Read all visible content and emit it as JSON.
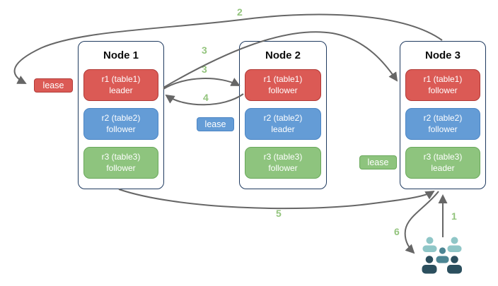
{
  "diagram_type": "distributed-database-lease-flow",
  "colors": {
    "replica_red_fill": "#DB5A55",
    "replica_red_border": "#B03A37",
    "replica_blue_fill": "#649CD6",
    "replica_blue_border": "#4D86C4",
    "replica_green_fill": "#8EC47E",
    "replica_green_border": "#69A85B",
    "node_border": "#1F3A5F",
    "arrow": "#666666",
    "step_label": "#93C47D",
    "users_light_teal": "#8FC6C7",
    "users_mid_teal": "#4C8593",
    "users_dark_navy": "#2B4F5E"
  },
  "nodes": [
    {
      "title": "Node 1",
      "replicas": [
        {
          "name": "r1 (table1)",
          "role": "leader",
          "color": "red"
        },
        {
          "name": "r2 (table2)",
          "role": "follower",
          "color": "blue"
        },
        {
          "name": "r3 (table3)",
          "role": "follower",
          "color": "green"
        }
      ]
    },
    {
      "title": "Node 2",
      "replicas": [
        {
          "name": "r1 (table1)",
          "role": "follower",
          "color": "red"
        },
        {
          "name": "r2 (table2)",
          "role": "leader",
          "color": "blue"
        },
        {
          "name": "r3 (table3)",
          "role": "follower",
          "color": "green"
        }
      ]
    },
    {
      "title": "Node 3",
      "replicas": [
        {
          "name": "r1 (table1)",
          "role": "follower",
          "color": "red"
        },
        {
          "name": "r2 (table2)",
          "role": "follower",
          "color": "blue"
        },
        {
          "name": "r3 (table3)",
          "role": "leader",
          "color": "green"
        }
      ]
    }
  ],
  "leases": [
    {
      "label": "lease",
      "color": "red"
    },
    {
      "label": "lease",
      "color": "blue"
    },
    {
      "label": "lease",
      "color": "green"
    }
  ],
  "steps": {
    "s1": "1",
    "s2": "2",
    "s3a": "3",
    "s3b": "3",
    "s4": "4",
    "s5": "5",
    "s6": "6"
  },
  "icons": {
    "users_group": "users-icon"
  }
}
